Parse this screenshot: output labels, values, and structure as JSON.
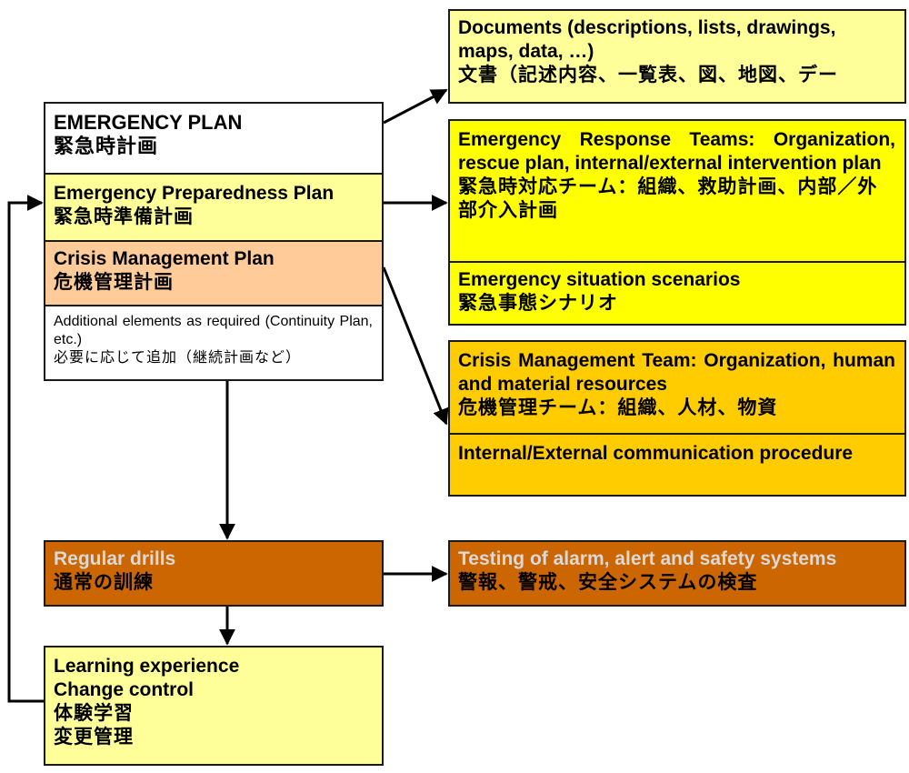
{
  "plan": {
    "title_en": "EMERGENCY PLAN",
    "title_jp": "緊急時計画",
    "preparedness_en": "Emergency Preparedness Plan",
    "preparedness_jp": "緊急時準備計画",
    "crisis_en": "Crisis Management Plan",
    "crisis_jp": "危機管理計画",
    "additional_en": "Additional elements as required (Continuity Plan, etc.)",
    "additional_jp": "必要に応じて追加（継続計画など）"
  },
  "documents": {
    "en": "Documents (descriptions, lists, drawings, maps, data, …)",
    "jp": "文書（記述内容、一覧表、図、地図、デー"
  },
  "response_teams": {
    "en": "Emergency Response Teams: Organization, rescue plan, internal/external intervention plan",
    "jp": "緊急時対応チーム：組織、救助計画、内部／外部介入計画"
  },
  "scenarios": {
    "en": "Emergency situation scenarios",
    "jp": "緊急事態シナリオ"
  },
  "crisis_team": {
    "en": "Crisis Management Team: Organization, human and material resources",
    "jp": "危機管理チーム：組織、人材、物資"
  },
  "communication": {
    "en": "Internal/External communication procedure"
  },
  "drills": {
    "en": "Regular drills",
    "jp": "通常の訓練"
  },
  "testing": {
    "en": "Testing of alarm, alert and safety systems",
    "jp": "警報、警戒、安全システムの検査"
  },
  "learning": {
    "en1": "Learning experience",
    "en2": "Change control",
    "jp1": "体験学習",
    "jp2": "変更管理"
  },
  "colors": {
    "white": "#ffffff",
    "light_yellow": "#ffff99",
    "yellow": "#ffff00",
    "peach": "#ffcc99",
    "amber": "#ffcc00",
    "orange_brown": "#cc6600"
  }
}
